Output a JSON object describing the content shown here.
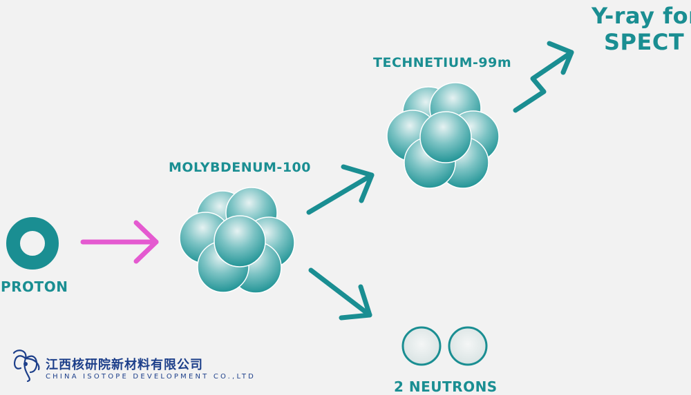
{
  "labels": {
    "proton": "PROTON",
    "molybdenum": "MOLYBDENUM-100",
    "technetium": "TECHNETIUM-99m",
    "neutrons": "2 NEUTRONS",
    "gamma_line1": "Y-ray for",
    "gamma_line2": "SPECT"
  },
  "logo": {
    "chinese_name": "江西核研院新材料有限公司",
    "english_name": "CHINA ISOTOPE DEVELOPMENT CO.,LTD"
  },
  "colors": {
    "teal": "#1a8e92",
    "pink_arrow": "#e45ad0",
    "logo_blue": "#1d3f8a",
    "background": "#f2f2f2"
  }
}
